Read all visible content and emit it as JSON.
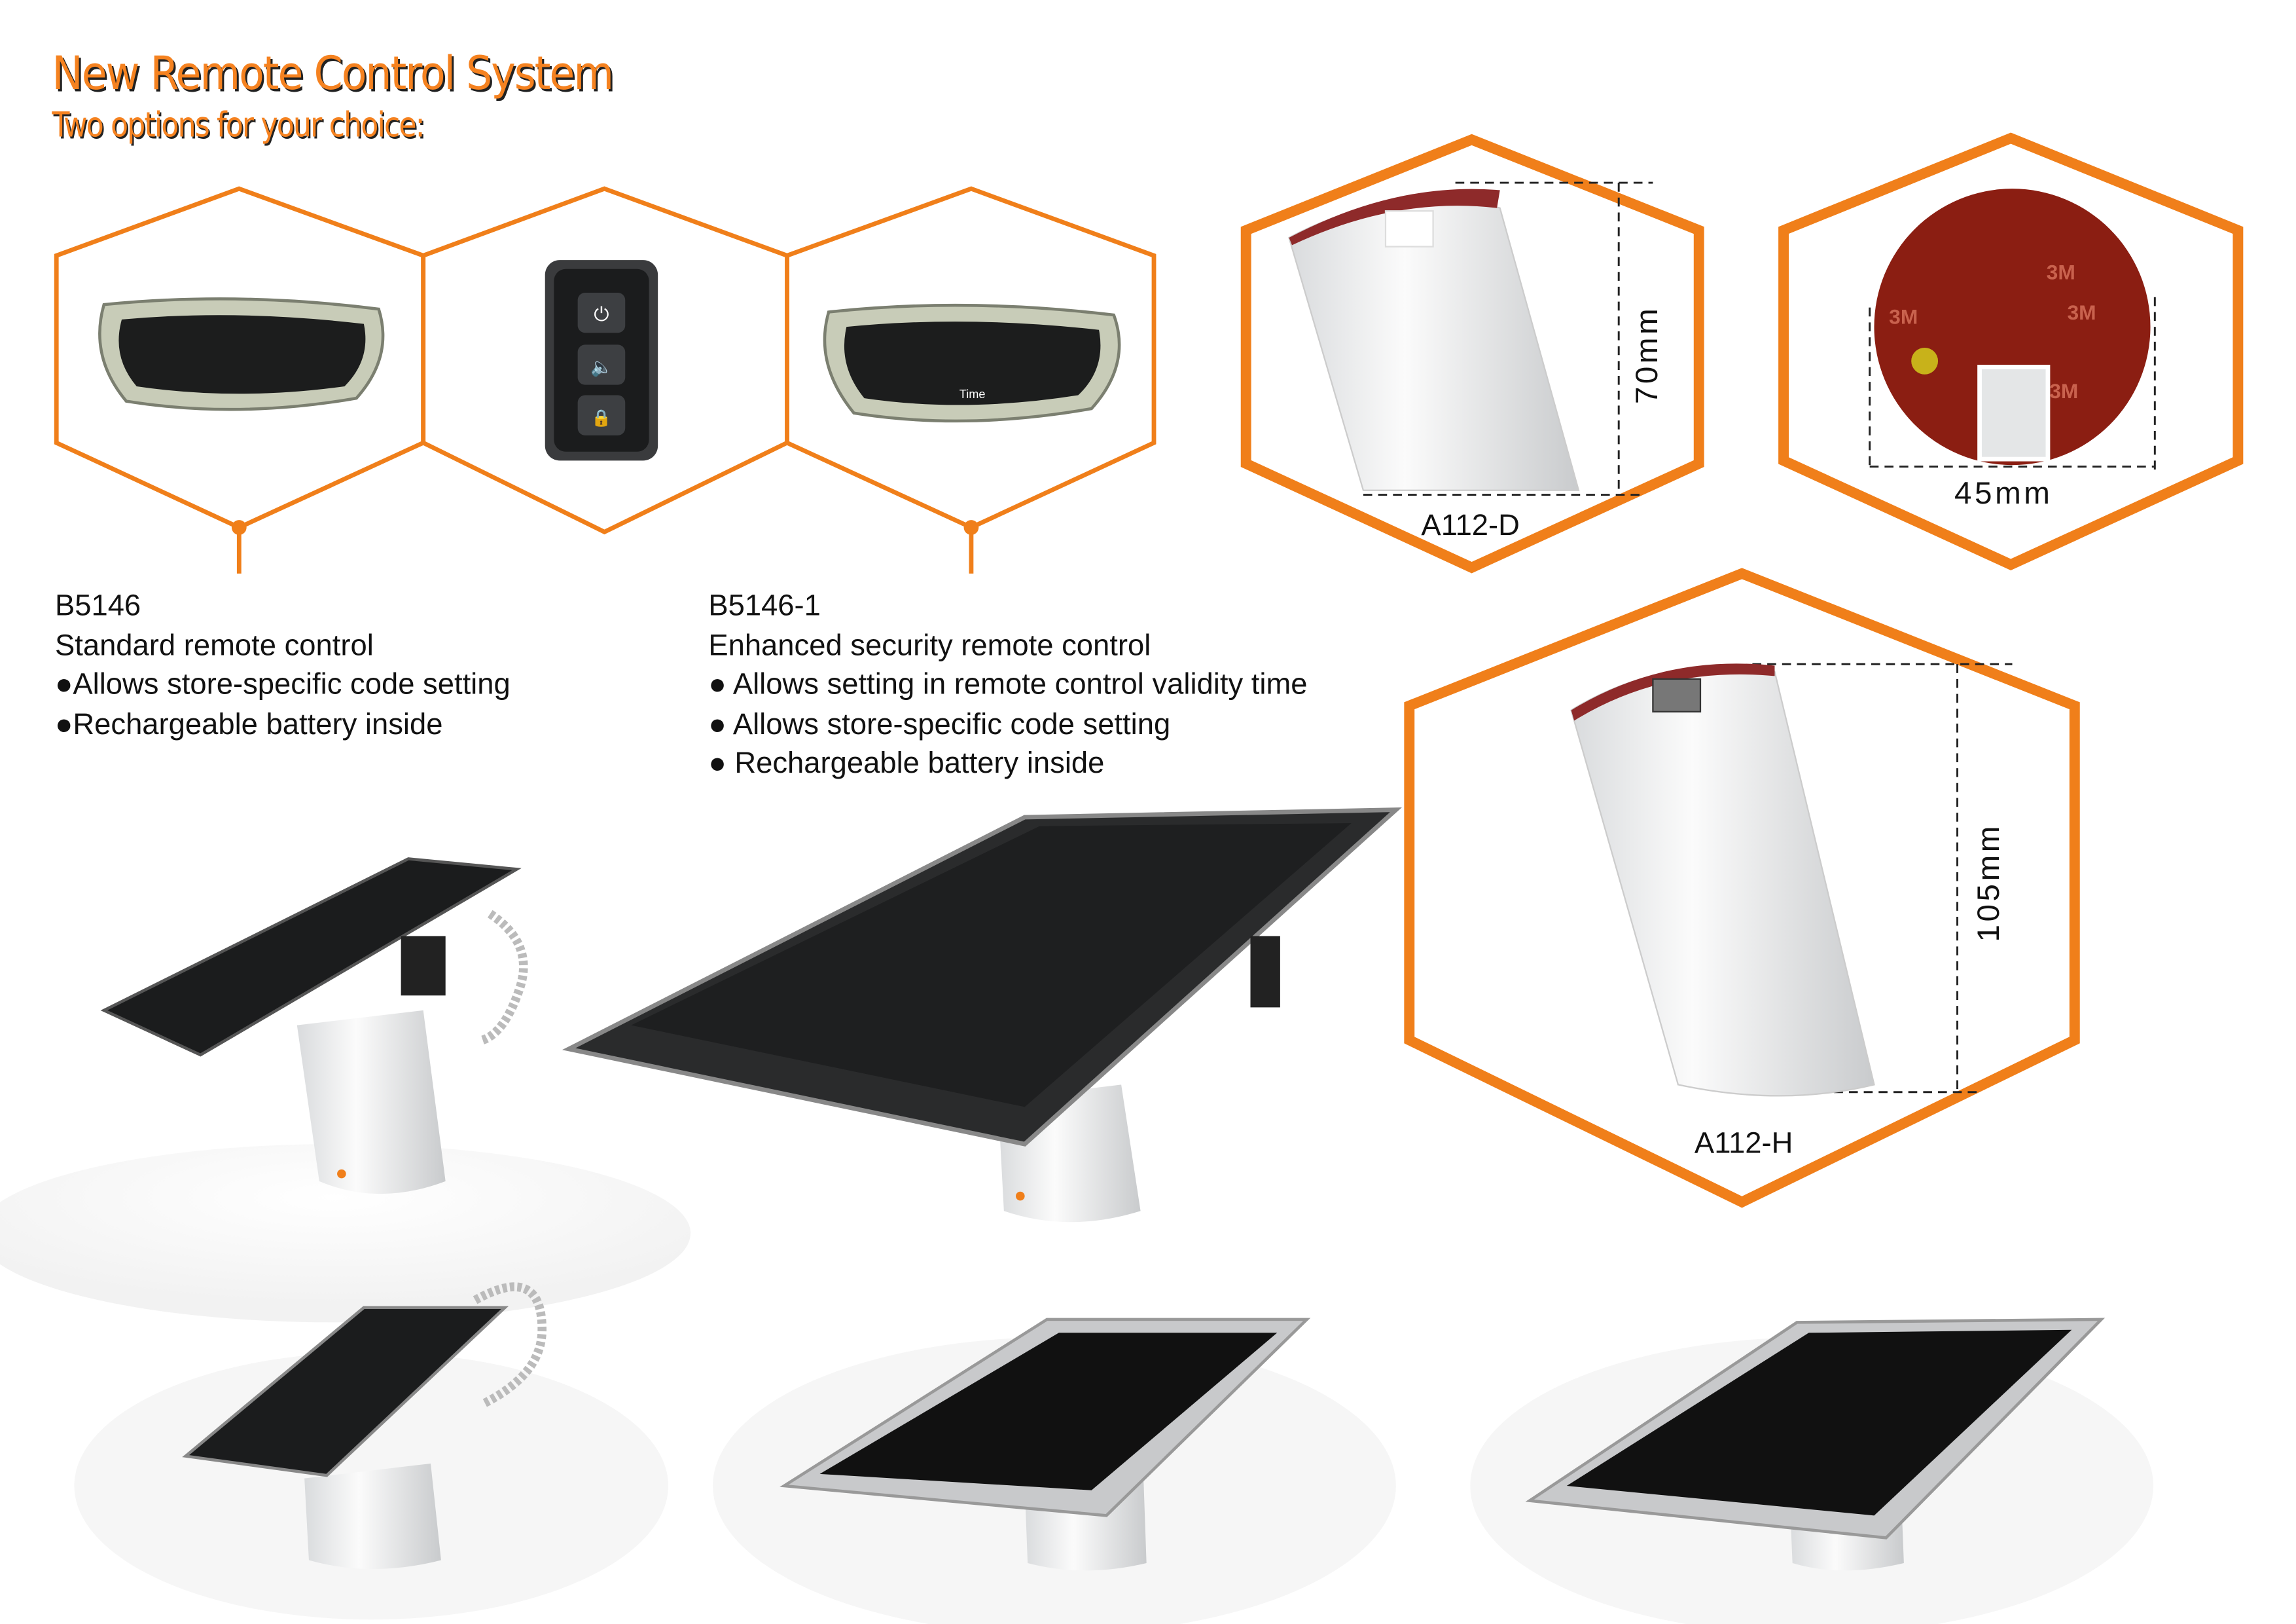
{
  "header": {
    "title": "New Remote Control System",
    "subtitle": "Two options for your choice:"
  },
  "remotes": {
    "screen_label": "Time"
  },
  "products": [
    {
      "model": "B5146",
      "name": "Standard remote control",
      "features": [
        "●Allows store-specific code setting",
        "●Rechargeable battery inside"
      ]
    },
    {
      "model": "B5146-1",
      "name": "Enhanced security remote control",
      "features": [
        "● Allows setting in remote control validity time",
        "● Allows store-specific code setting",
        "● Rechargeable battery inside"
      ]
    }
  ],
  "stands": {
    "a112d": {
      "label": "A112-D",
      "height": "70mm"
    },
    "base": {
      "width": "45mm",
      "tape_brand": "3M"
    },
    "a112h": {
      "label": "A112-H",
      "height": "105mm"
    }
  },
  "colors": {
    "accent": "#f07f1a",
    "tape": "#8b1e12"
  }
}
